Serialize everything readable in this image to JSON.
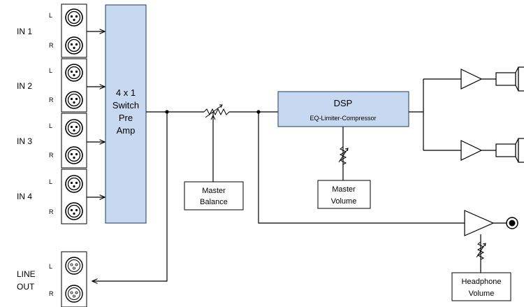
{
  "inputs": [
    {
      "label": "IN 1",
      "left": "L",
      "right": "R"
    },
    {
      "label": "IN 2",
      "left": "L",
      "right": "R"
    },
    {
      "label": "IN 3",
      "left": "L",
      "right": "R"
    },
    {
      "label": "IN 4",
      "left": "L",
      "right": "R"
    }
  ],
  "line_out": {
    "line1": "LINE",
    "line2": "OUT",
    "left": "L",
    "right": "R"
  },
  "switch_block": {
    "line1": "4 x 1",
    "line2": "Switch",
    "line3": "Pre",
    "line4": "Amp"
  },
  "dsp_block": {
    "title": "DSP",
    "subtitle": "EQ-Limiter-Compressor"
  },
  "master_balance": {
    "line1": "Master",
    "line2": "Balance"
  },
  "master_volume": {
    "line1": "Master",
    "line2": "Volume"
  },
  "headphone_volume": {
    "line1": "Headphone",
    "line2": "Volume"
  },
  "colors": {
    "block_fill": "#c6d9f1",
    "block_stroke": "#1f3864",
    "line": "#000000"
  },
  "icons": {
    "xlr_input": "xlr-female-connector",
    "xlr_output": "xlr-male-connector",
    "amplifier": "triangle-amplifier",
    "speaker": "speaker-connector",
    "headphone_jack": "headphone-jack",
    "potentiometer": "variable-resistor"
  }
}
